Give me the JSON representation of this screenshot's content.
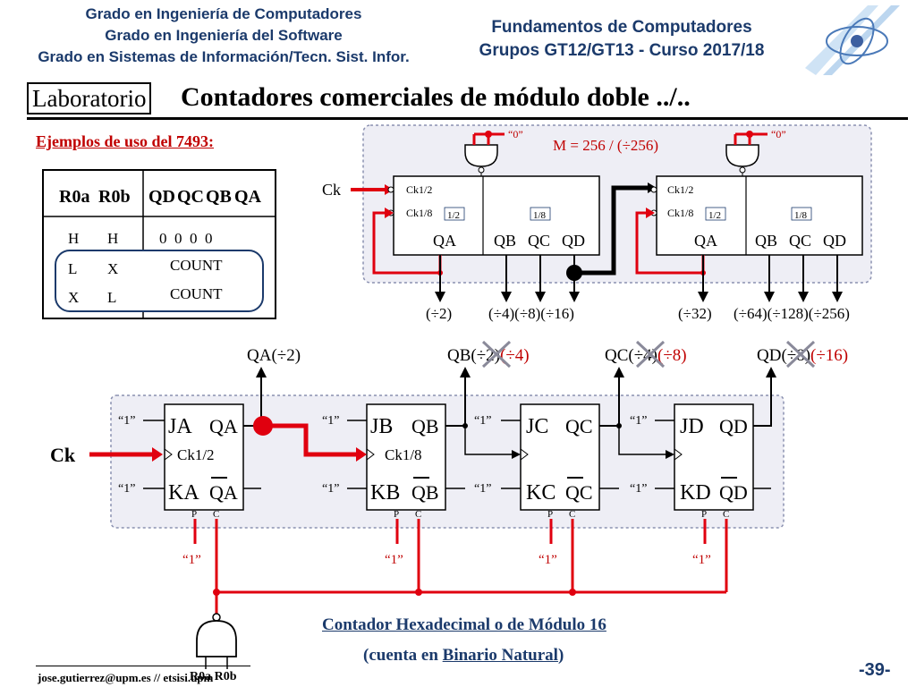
{
  "header": {
    "left_lines": [
      "Grado en Ingeniería de Computadores",
      "Grado en Ingeniería del Software",
      "Grado en Sistemas de Información/Tecn. Sist. Infor."
    ],
    "right_lines": [
      "Fundamentos de Computadores",
      "Grupos GT12/GT13 - Curso 2017/18"
    ]
  },
  "title": {
    "section": "Laboratorio",
    "main": "Contadores comerciales de módulo doble ../.."
  },
  "examples_label": "Ejemplos de uso del 7493:",
  "table": {
    "headers": [
      "R0a",
      "R0b",
      "QD",
      "QC",
      "QB",
      "QA"
    ],
    "rows": [
      {
        "r0a": "H",
        "r0b": "H",
        "out": "0  0  0  0"
      },
      {
        "r0a": "L",
        "r0b": "X",
        "out": "COUNT"
      },
      {
        "r0a": "X",
        "r0b": "L",
        "out": "COUNT"
      }
    ]
  },
  "top_diagram": {
    "ck": "Ck",
    "zero": "“0”",
    "modulus": "M = 256 / (÷256)",
    "ck12": "Ck1/2",
    "ck18": "Ck1/8",
    "half": "1/2",
    "eighth": "1/8",
    "outputs": [
      "QA",
      "QB",
      "QC",
      "QD"
    ],
    "left_divs": [
      "(÷2)",
      "(÷4)(÷8)(÷16)"
    ],
    "right_divs": [
      "(÷32)",
      "(÷64)(÷128)(÷256)"
    ]
  },
  "bottom_diagram": {
    "ck": "Ck",
    "one": "“1”",
    "out_labels": [
      {
        "q": "QA",
        "a": "(÷2)",
        "b": ""
      },
      {
        "q": "QB",
        "a": "(÷2)",
        "b": "(÷4)"
      },
      {
        "q": "QC",
        "a": "(÷4)",
        "b": "(÷8)"
      },
      {
        "q": "QD",
        "a": "(÷8)",
        "b": "(÷16)"
      }
    ],
    "flipflops": [
      {
        "j": "JA",
        "k": "KA",
        "q": "QA",
        "qn": "QA",
        "clk": "Ck1/2"
      },
      {
        "j": "JB",
        "k": "KB",
        "q": "QB",
        "qn": "QB",
        "clk": "Ck1/8"
      },
      {
        "j": "JC",
        "k": "KC",
        "q": "QC",
        "qn": "QC",
        "clk": ""
      },
      {
        "j": "JD",
        "k": "KD",
        "q": "QD",
        "qn": "QD",
        "clk": ""
      }
    ],
    "pc": [
      "P",
      "C"
    ],
    "reset_inputs": "R0a R0b"
  },
  "caption": {
    "line1": "Contador Hexadecimal o de Módulo 16",
    "line2_prefix": "(cuenta en ",
    "line2_link": "Binario Natural",
    "line2_suffix": ")"
  },
  "footer": {
    "email": "jose.gutierrez@upm.es // etsisi.upm",
    "page": "-39-"
  },
  "colors": {
    "header_text": "#1b3a6b",
    "wire_red": "#e0000f",
    "label_red": "#c00000",
    "wire_black": "#000000",
    "group_border": "#8a90b0",
    "group_fill": "#eeeef5",
    "count_box": "#1b3a6b"
  }
}
